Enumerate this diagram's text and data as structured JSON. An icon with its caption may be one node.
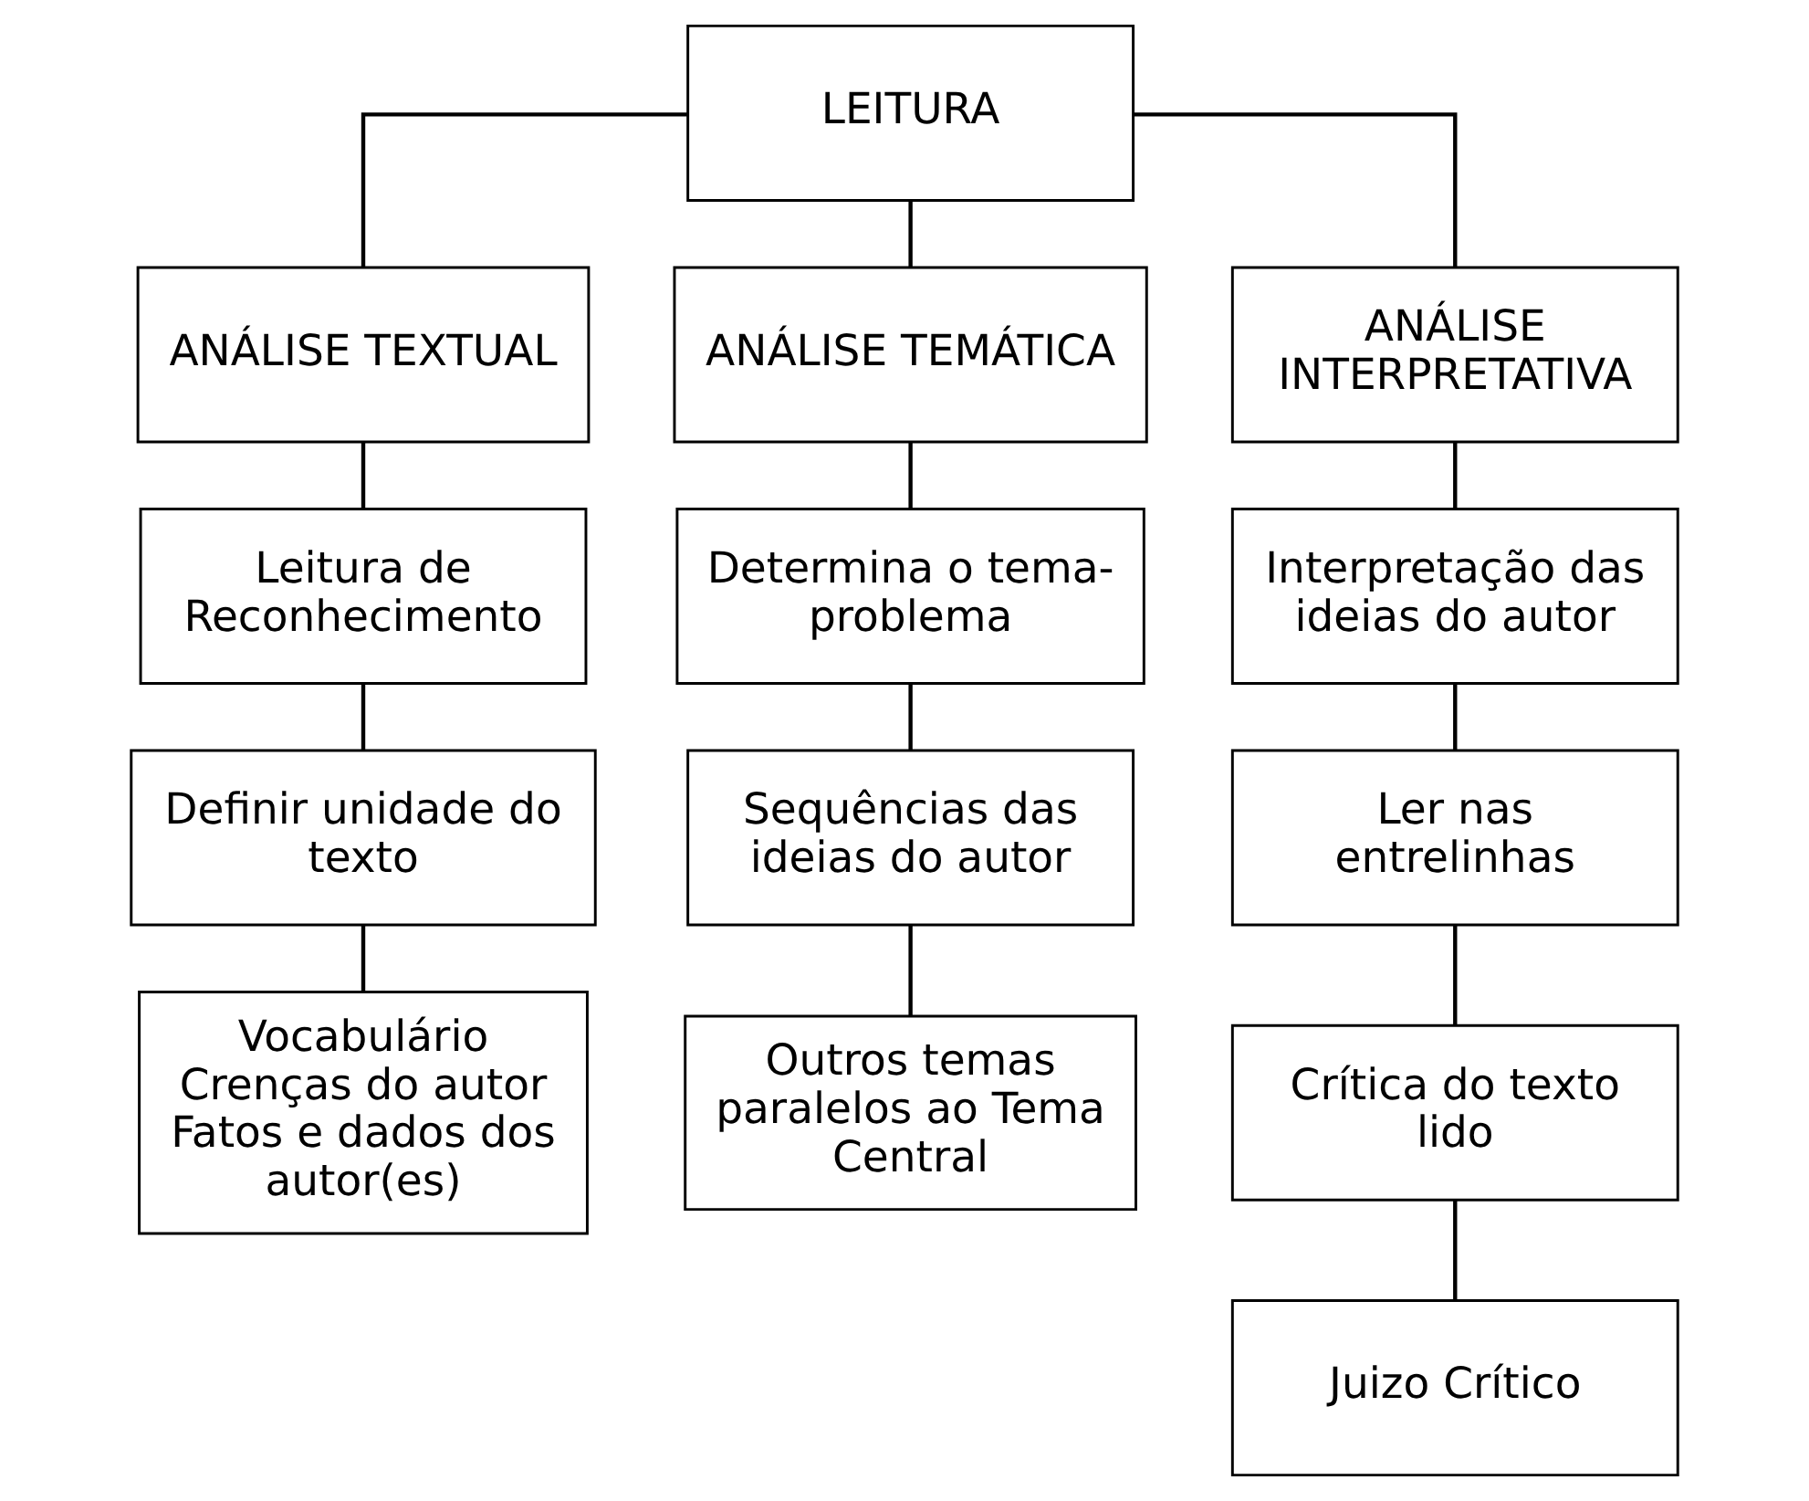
{
  "diagram": {
    "nodes": [
      {
        "text": [
          "LEITURA"
        ]
      },
      {
        "text": [
          "ANÁLISE TEXTUAL"
        ]
      },
      {
        "text": [
          "ANÁLISE TEMÁTICA"
        ]
      },
      {
        "text": [
          "ANÁLISE INTERPRETATIVA"
        ]
      },
      {
        "text": [
          "Leitura de Reconhecimento"
        ]
      },
      {
        "text": [
          "Definir unidade do texto"
        ]
      },
      {
        "text": [
          "Vocabulário",
          "Crenças do autor",
          "Fatos e dados dos autor(es)"
        ]
      },
      {
        "text": [
          "Determina o tema-problema"
        ]
      },
      {
        "text": [
          "Sequências das ideias do autor"
        ]
      },
      {
        "text": [
          "Outros temas paralelos ao Tema Central"
        ]
      },
      {
        "text": [
          "Interpretação das ideias do autor"
        ]
      },
      {
        "text": [
          "Ler nas entrelinhas"
        ]
      },
      {
        "text": [
          "Crítica do texto lido"
        ]
      },
      {
        "text": [
          "Juizo Crítico"
        ]
      }
    ],
    "edges": [
      {
        "from": 0,
        "to": 1,
        "arrow": "none"
      },
      {
        "from": 0,
        "to": 2,
        "arrow": "none"
      },
      {
        "from": 0,
        "to": 3,
        "arrow": "none"
      },
      {
        "from": 1,
        "to": 4,
        "arrow": "none"
      },
      {
        "from": 4,
        "to": 5,
        "arrow": "none"
      },
      {
        "from": 5,
        "to": 6,
        "arrow": "none"
      },
      {
        "from": 2,
        "to": 7,
        "arrow": "none"
      },
      {
        "from": 7,
        "to": 8,
        "arrow": "none"
      },
      {
        "from": 8,
        "to": 9,
        "arrow": "none"
      },
      {
        "from": 3,
        "to": 10,
        "arrow": "none"
      },
      {
        "from": 10,
        "to": 11,
        "arrow": "none"
      },
      {
        "from": 11,
        "to": 12,
        "arrow": "none"
      },
      {
        "from": 12,
        "to": 13,
        "arrow": "none"
      }
    ]
  }
}
